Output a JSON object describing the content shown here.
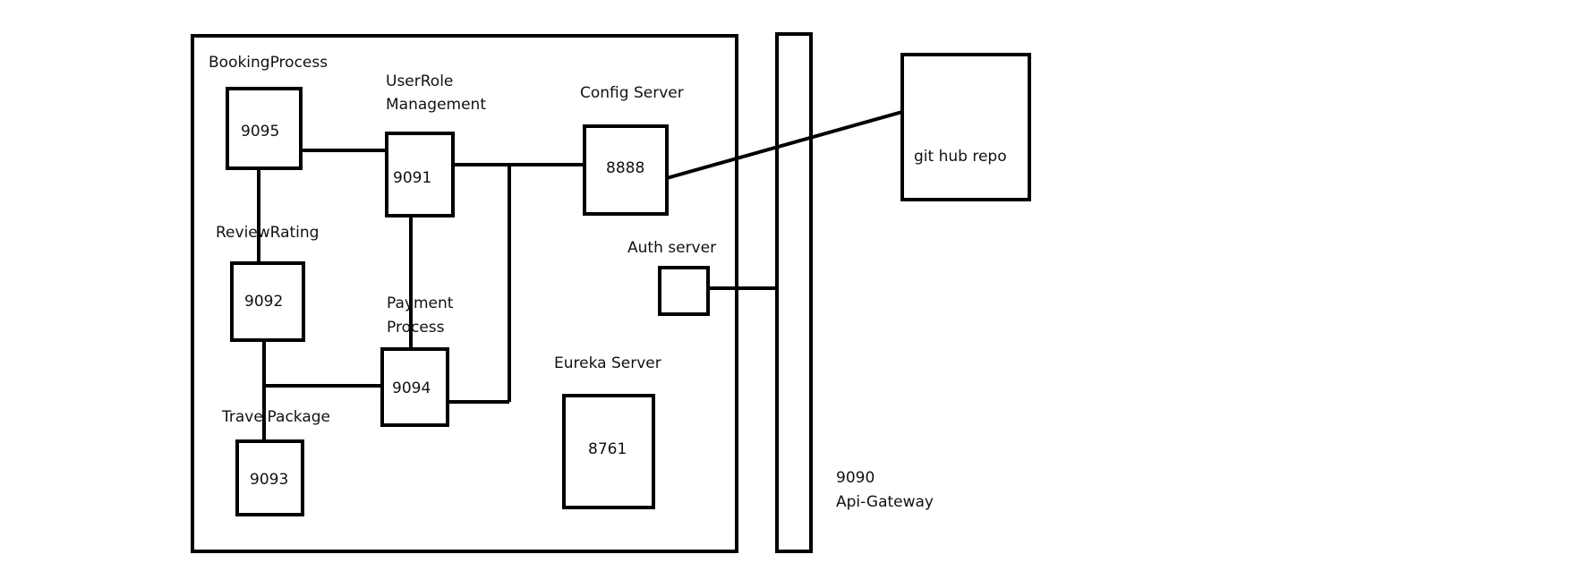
{
  "diagram": {
    "colors": {
      "stroke": "#000000",
      "text": "#111111",
      "background": "#ffffff"
    },
    "services": {
      "booking": {
        "name": "BookingProcess",
        "port": "9095"
      },
      "userrole": {
        "name_line1": "UserRole",
        "name_line2": "Management",
        "port": "9091"
      },
      "config": {
        "name": "Config Server",
        "port": "8888"
      },
      "review": {
        "name": "ReviewRating",
        "port": "9092"
      },
      "payment": {
        "name_line1": "Payment",
        "name_line2": "Process",
        "port": "9094"
      },
      "travel": {
        "name": "TravelPackage",
        "port": "9093"
      },
      "eureka": {
        "name": "Eureka Server",
        "port": "8761"
      },
      "auth": {
        "name": "Auth server"
      }
    },
    "gateway": {
      "port": "9090",
      "name": "Api-Gateway"
    },
    "github": {
      "label": "git hub repo"
    }
  }
}
